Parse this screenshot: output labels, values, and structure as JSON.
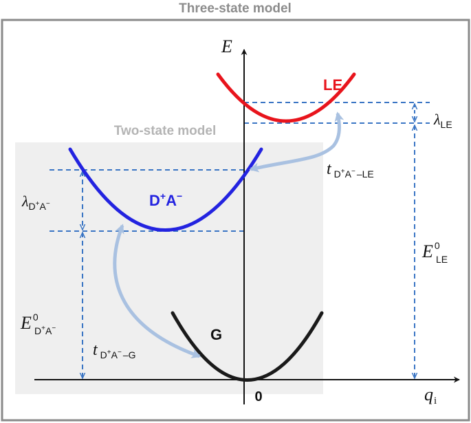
{
  "outer_title": "Three-state model",
  "inner_title": "Two-state model",
  "axes": {
    "y_label": "E",
    "x_label": "q",
    "x_label_sub": "i",
    "origin_label": "0"
  },
  "states": {
    "le": {
      "label": "LE",
      "color": "#e8141c"
    },
    "cs": {
      "label": "D",
      "label_sup1": "+",
      "label_mid": "A",
      "label_sup2": "−",
      "color": "#2323e0"
    },
    "g": {
      "label": "G",
      "color": "#1a1a1a"
    }
  },
  "parameters": {
    "lambda_le": {
      "symbol": "λ",
      "sub": "LE"
    },
    "e0_le": {
      "symbol": "E",
      "sup": "0",
      "sub": "LE"
    },
    "lambda_cs": {
      "symbol": "λ",
      "sub_a": "D",
      "sub_sup1": "+",
      "sub_b": "A",
      "sub_sup2": "−"
    },
    "e0_cs": {
      "symbol": "E",
      "sup": "0",
      "sub_a": "D",
      "sub_sup1": "+",
      "sub_b": "A",
      "sub_sup2": "−"
    },
    "t_cs_le": {
      "symbol": "t",
      "sub_a": "D",
      "sub_sup1": "+",
      "sub_b": "A",
      "sub_sup2": "−",
      "sub_end": "–LE"
    },
    "t_cs_g": {
      "symbol": "t",
      "sub_a": "D",
      "sub_sup1": "+",
      "sub_b": "A",
      "sub_sup2": "−",
      "sub_end": "–G"
    }
  },
  "colors": {
    "frame": "#8a8a8a",
    "frame_title": "#8c8c8c",
    "inner_box": "#efefef",
    "inner_title": "#b4b4b4",
    "guide": "#3a75c4",
    "coupling_arrow": "#a9c1e1",
    "axis": "#111111"
  }
}
